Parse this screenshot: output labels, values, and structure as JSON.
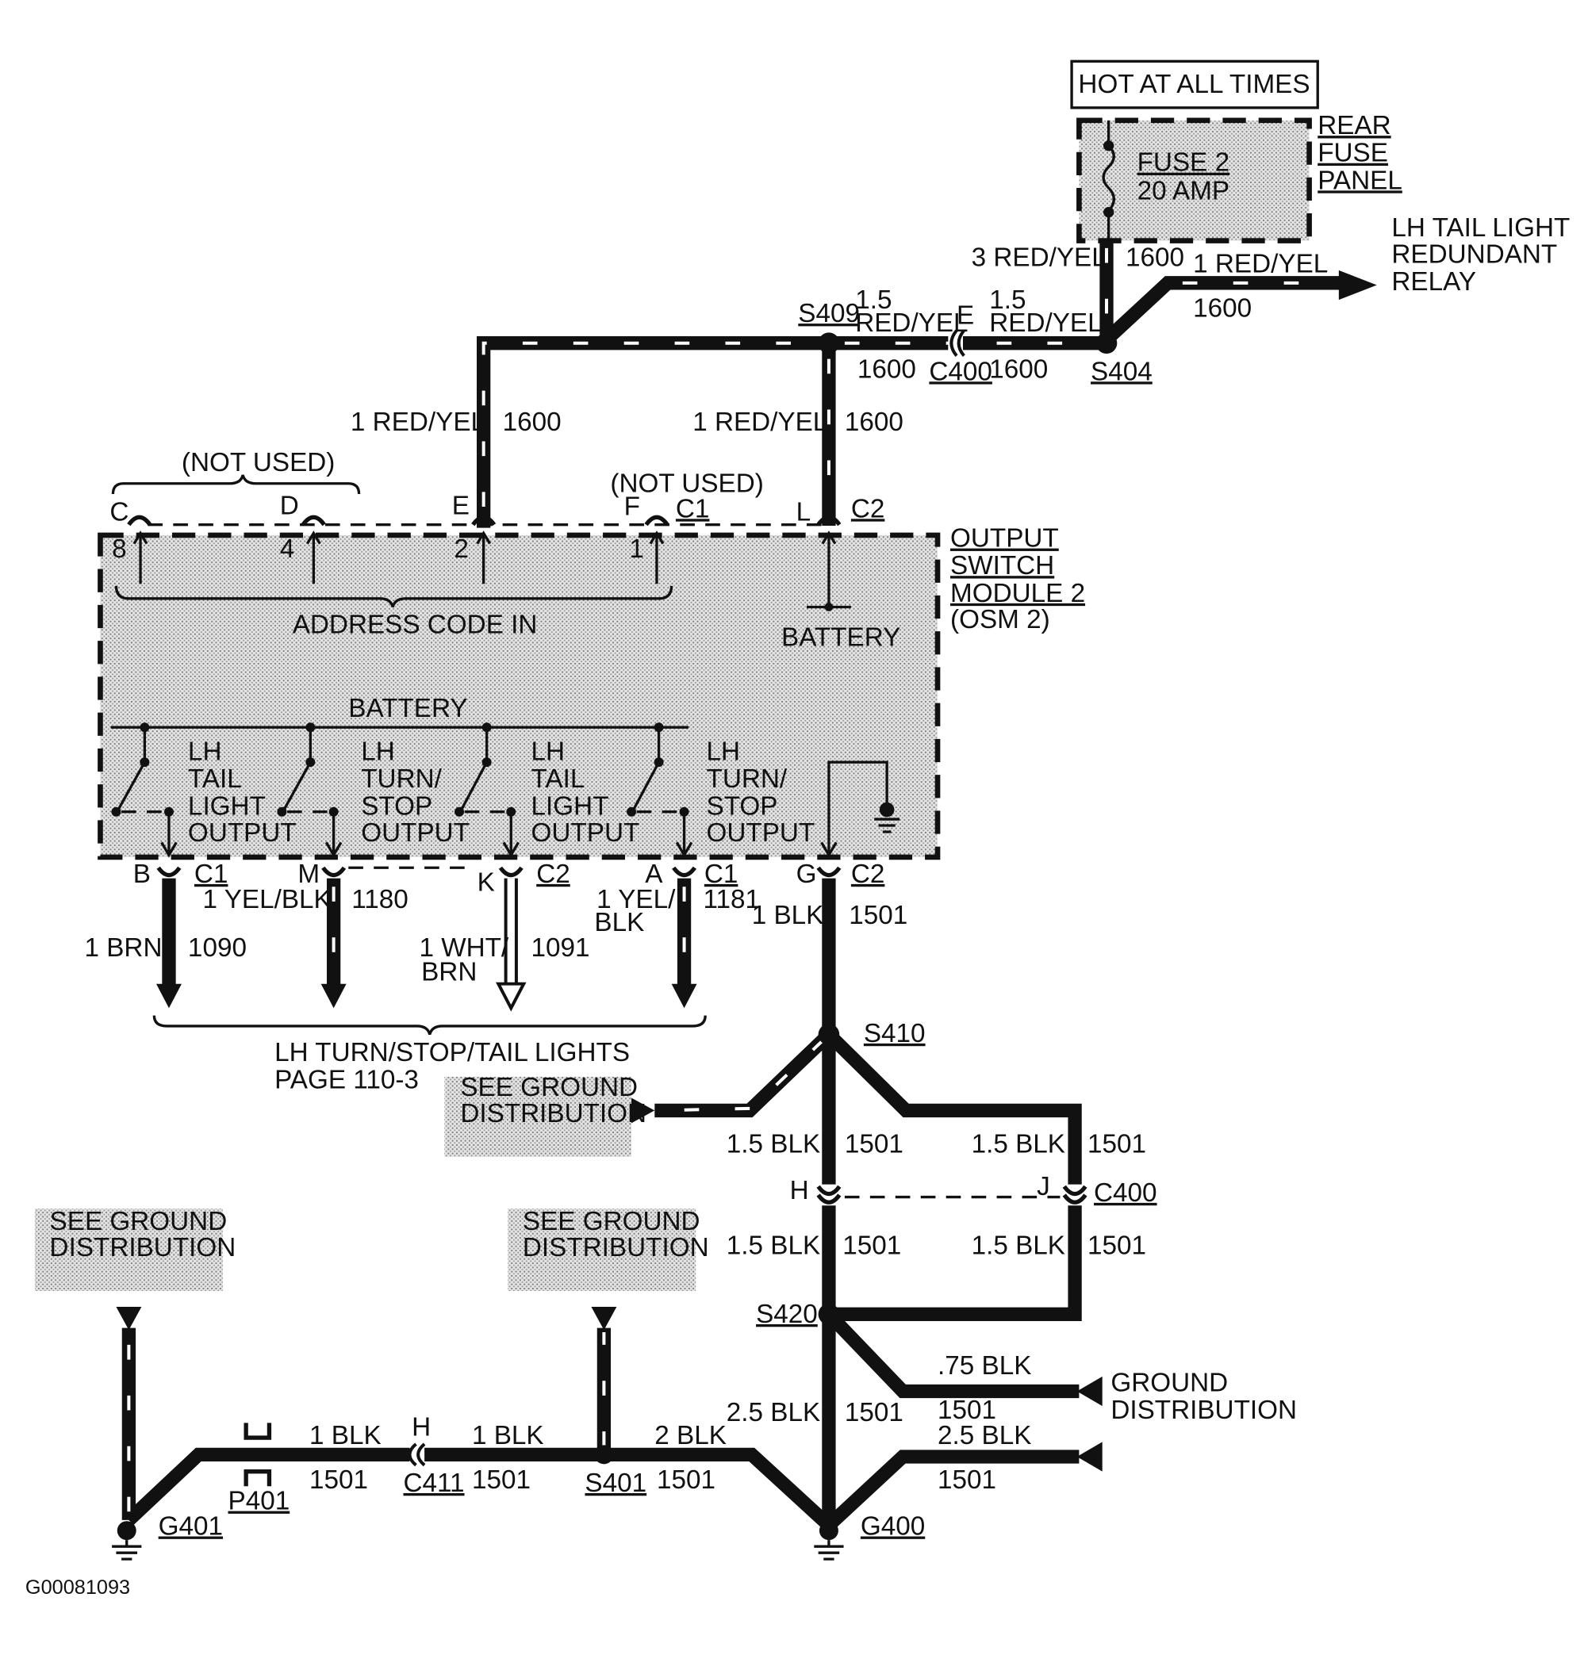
{
  "header": {
    "hot_at_all_times": "HOT AT ALL TIMES"
  },
  "fuse_panel": {
    "label_line1": "REAR",
    "label_line2": "FUSE",
    "label_line3": "PANEL",
    "fuse_name": "FUSE 2",
    "fuse_rating": "20 AMP"
  },
  "relay": {
    "line1": "LH TAIL LIGHT",
    "line2": "REDUNDANT",
    "line3": "RELAY"
  },
  "wires": {
    "fuse_out_gauge": "3 RED/YEL",
    "fuse_out_circuit": "1600",
    "relay_gauge": "1 RED/YEL",
    "relay_circuit": "1600",
    "s409_right_gauge": "1.5",
    "s409_right_color": "RED/YEL",
    "s409_right_circuit": "1600",
    "s404_left_gauge": "1.5",
    "s404_left_color": "RED/YEL",
    "s404_left_circuit": "1600",
    "e_drop_gauge": "1 RED/YEL",
    "e_drop_circuit": "1600",
    "l_drop_gauge": "1 RED/YEL",
    "l_drop_circuit": "1600",
    "b_gauge": "1 BRN",
    "b_circuit": "1090",
    "m_gauge": "1 YEL/BLK",
    "m_circuit": "1180",
    "k_gauge_line1": "1 WHT/",
    "k_gauge_line2": "BRN",
    "k_circuit": "1091",
    "a_gauge_line1": "1 YEL/",
    "a_gauge_line2": "BLK",
    "a_circuit": "1181",
    "g_gauge": "1 BLK",
    "g_circuit": "1501",
    "s410_h_gauge": "1.5 BLK",
    "s410_h_circuit": "1501",
    "s410_j_gauge": "1.5 BLK",
    "s410_j_circuit": "1501",
    "h_s420_gauge": "1.5 BLK",
    "h_s420_circuit": "1501",
    "j_s420_gauge": "1.5 BLK",
    "j_s420_circuit": "1501",
    "gd_right_gauge": ".75 BLK",
    "gd_right_circuit": "1501",
    "s420_g400_gauge": "2.5 BLK",
    "s420_g400_circuit": "1501",
    "g400_right_gauge": "2.5 BLK",
    "g400_right_circuit": "1501",
    "s401_g400_gauge": "2 BLK",
    "s401_g400_circuit": "1501",
    "c411_s401_gauge": "1 BLK",
    "c411_s401_circuit": "1501",
    "g401_c411_gauge": "1 BLK",
    "g401_c411_circuit": "1501"
  },
  "splices": {
    "s409": "S409",
    "s404": "S404",
    "s410": "S410",
    "s420": "S420",
    "s401": "S401"
  },
  "connectors": {
    "c400_top": "C400",
    "c400_top_pin": "E",
    "c400_bottom": "C400",
    "c400_h": "H",
    "c400_j": "J",
    "c411": "C411",
    "c411_pin": "H",
    "p401": "P401"
  },
  "module": {
    "label_line1": "OUTPUT",
    "label_line2": "SWITCH",
    "label_line3": "MODULE 2",
    "label_line4": "(OSM 2)",
    "not_used_left": "(NOT USED)",
    "not_used_right": "(NOT USED)",
    "address_code_in": "ADDRESS CODE IN",
    "battery_top": "BATTERY",
    "battery_bus": "BATTERY",
    "pins_top": [
      {
        "letter": "C",
        "num": "8"
      },
      {
        "letter": "D",
        "num": "4"
      },
      {
        "letter": "E",
        "num": "2"
      },
      {
        "letter": "F",
        "num": "1"
      },
      {
        "letter": "L",
        "num": ""
      }
    ],
    "c1_top": "C1",
    "c2_top": "C2",
    "outputs": [
      {
        "line1": "LH",
        "line2": "TAIL",
        "line3": "LIGHT",
        "line4": "OUTPUT"
      },
      {
        "line1": "LH",
        "line2": "TURN/",
        "line3": "STOP",
        "line4": "OUTPUT"
      },
      {
        "line1": "LH",
        "line2": "TAIL",
        "line3": "LIGHT",
        "line4": "OUTPUT"
      },
      {
        "line1": "LH",
        "line2": "TURN/",
        "line3": "STOP",
        "line4": "OUTPUT"
      }
    ],
    "bottom_pins": [
      {
        "letter": "B",
        "conn": "C1"
      },
      {
        "letter": "M",
        "conn": ""
      },
      {
        "letter": "K",
        "conn": "C2"
      },
      {
        "letter": "A",
        "conn": "C1"
      },
      {
        "letter": "G",
        "conn": "C2"
      }
    ]
  },
  "lights_ref": {
    "line1": "LH TURN/STOP/TAIL LIGHTS",
    "line2": "PAGE 110-3"
  },
  "ground_ref_boxes": [
    {
      "line1": "SEE GROUND",
      "line2": "DISTRIBUTION"
    },
    {
      "line1": "SEE GROUND",
      "line2": "DISTRIBUTION"
    },
    {
      "line1": "SEE GROUND",
      "line2": "DISTRIBUTION"
    }
  ],
  "ground_distribution": {
    "line1": "GROUND",
    "line2": "DISTRIBUTION"
  },
  "grounds": {
    "g400": "G400",
    "g401": "G401"
  },
  "figure_id": "G00081093"
}
